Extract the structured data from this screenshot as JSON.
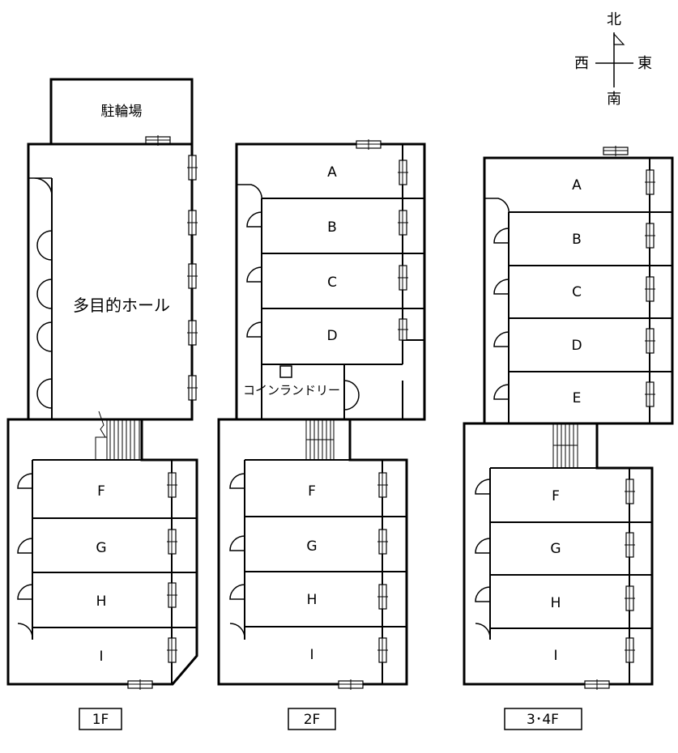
{
  "compass": {
    "north": "北",
    "south": "南",
    "east": "東",
    "west": "西"
  },
  "floor1": {
    "label": "1F",
    "bicycle_parking": "駐輪場",
    "hall": "多目的ホール",
    "rooms": [
      "F",
      "G",
      "H",
      "I"
    ]
  },
  "floor2": {
    "label": "2F",
    "rooms": [
      "A",
      "B",
      "C",
      "D",
      "F",
      "G",
      "H",
      "I"
    ],
    "laundry": "コインランドリー"
  },
  "floor34": {
    "label": "3･4F",
    "rooms": [
      "A",
      "B",
      "C",
      "D",
      "E",
      "F",
      "G",
      "H",
      "I"
    ]
  }
}
